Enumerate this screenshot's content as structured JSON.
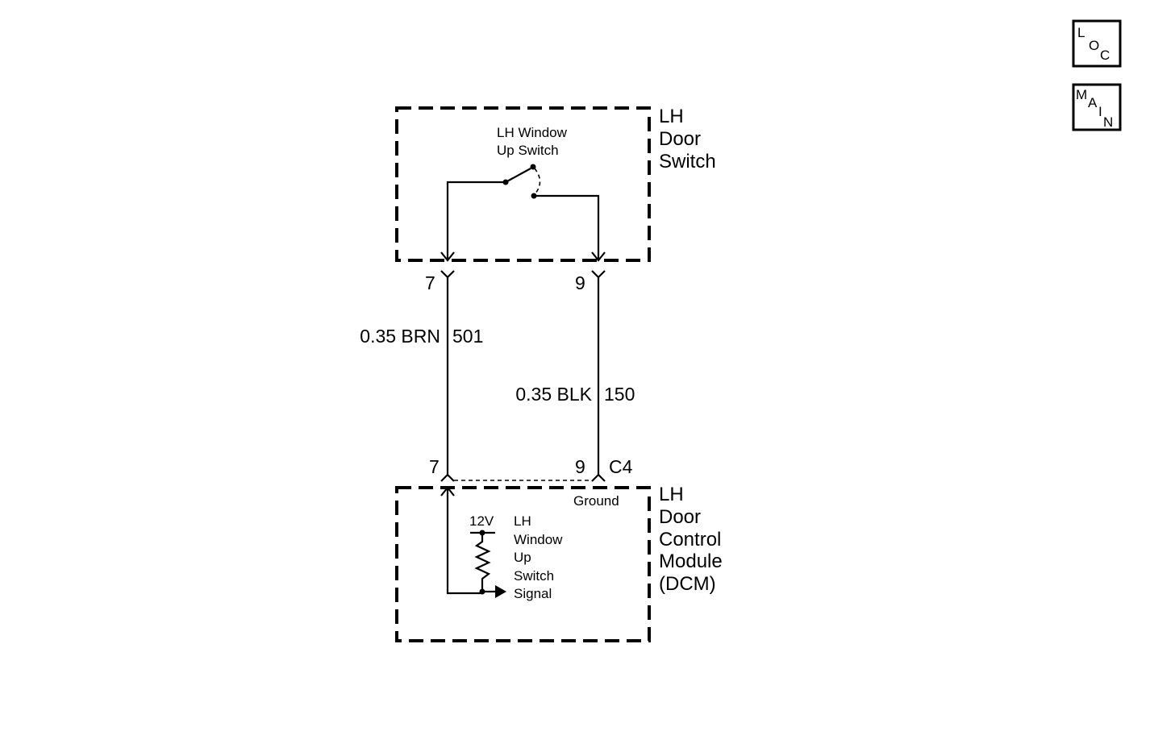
{
  "nav": {
    "loc": {
      "l1": "L",
      "l2": "O",
      "l3": "C"
    },
    "main": {
      "l1": "M",
      "l2": "A",
      "l3": "I",
      "l4": "N"
    }
  },
  "door_switch": {
    "name_line1": "LH",
    "name_line2": "Door",
    "name_line3": "Switch",
    "switch_line1": "LH Window",
    "switch_line2": "Up Switch"
  },
  "connectors": {
    "top_left_pin": "7",
    "top_right_pin": "9",
    "bottom_left_pin": "7",
    "bottom_right_pin": "9",
    "bottom_connector": "C4"
  },
  "wires": {
    "left": {
      "gauge_color": "0.35 BRN",
      "circuit": "501"
    },
    "right": {
      "gauge_color": "0.35 BLK",
      "circuit": "150"
    }
  },
  "dcm": {
    "name_line1": "LH",
    "name_line2": "Door",
    "name_line3": "Control",
    "name_line4": "Module",
    "name_line5": "(DCM)",
    "ground_label": "Ground",
    "voltage_label": "12V",
    "signal_line1": "LH",
    "signal_line2": "Window",
    "signal_line3": "Up",
    "signal_line4": "Switch",
    "signal_line5": "Signal"
  }
}
